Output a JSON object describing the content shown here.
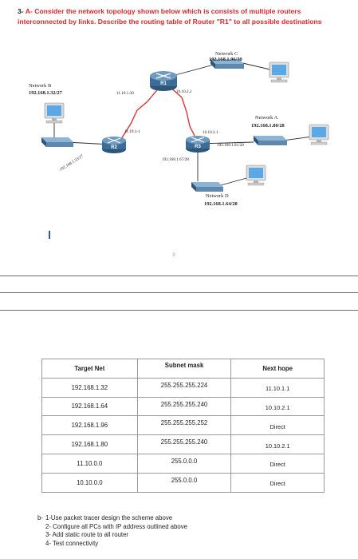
{
  "question": {
    "number": "3-",
    "text": "A- Consider the network topology shown below which is consists of multiple routers interconnected by links. Describe the routing table of Router \"R1\" to all possible destinations"
  },
  "diagram": {
    "routers": [
      {
        "name": "R1"
      },
      {
        "name": "R2"
      },
      {
        "name": "R3"
      }
    ],
    "networks": {
      "c": {
        "title": "Network C",
        "ip": "192.168.1.96/30"
      },
      "b": {
        "title": "Network B",
        "ip": "192.168.1.32/27"
      },
      "a": {
        "title": "Network A",
        "ip": "192.168.1.80/28"
      },
      "d": {
        "title": "Network D",
        "ip": "192.168.1.64/28"
      }
    },
    "links": {
      "r1_r2_r1side": "11.10.1.30",
      "r1_r3_r1side": "10.10.2.2",
      "r1_r2_r2side": "11.10.1-1",
      "r1_r3_r3side": "10.10.2.1",
      "r2_lan": "192.168.1.33/27",
      "r3_lan_a": "192.168.1.81/28",
      "r3_lan_d": "192.168.1.67/28"
    },
    "colors": {
      "router": "#3d6c97",
      "router_light": "#6f9bc0",
      "switch": "#5e89ad",
      "link_red": "#e0262b",
      "cable": "#2b2b2b",
      "pc_screen": "#5aa9e6"
    }
  },
  "page_number": "3",
  "table": {
    "headers": {
      "target": "Target Net",
      "mask": "Subnet mask",
      "next": "Next hope"
    },
    "rows": [
      {
        "target": "192.168.1.32",
        "mask": "255.255.255.224",
        "next": "11.10.1.1"
      },
      {
        "target": "192.168.1.64",
        "mask": "255.255.255.240",
        "next": "10.10.2.1"
      },
      {
        "target": "192.168.1.96",
        "mask": "255.255.255.252",
        "next": "Direct"
      },
      {
        "target": "192.168.1.80",
        "mask": "255.255.255.240",
        "next": "10.10.2.1"
      },
      {
        "target": "11.10.0.0",
        "mask": "255.0.0.0",
        "next": "Direct"
      },
      {
        "target": "10.10.0.0",
        "mask": "255.0.0.0",
        "next": "Direct"
      }
    ]
  },
  "part_b": {
    "label": "b-",
    "items": [
      "1-Use packet tracer design the scheme above",
      "2- Configure all PCs with IP address outlined above",
      "3- Add static route to all router",
      "4- Test connectivity"
    ]
  }
}
